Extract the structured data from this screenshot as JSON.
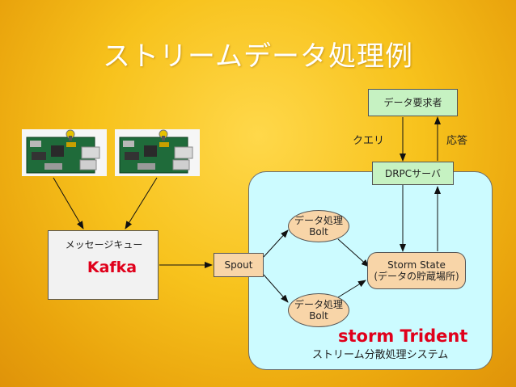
{
  "slide": {
    "title": "ストリームデータ処理例"
  },
  "nodes": {
    "requester": "データ要求者",
    "drpc": "DRPCサーバ",
    "kafka_label": "メッセージキュー",
    "kafka_name": "Kafka",
    "spout": "Spout",
    "bolt1_line1": "データ処理",
    "bolt1_line2": "Bolt",
    "bolt2_line1": "データ処理",
    "bolt2_line2": "Bolt",
    "state_line1": "Storm State",
    "state_line2": "(データの貯蔵場所)"
  },
  "labels": {
    "query": "クエリ",
    "response": "応答",
    "trident_name": "storm Trident",
    "trident_sub": "ストリーム分散処理システム"
  },
  "colors": {
    "accent_red": "#e0001b",
    "panel": "#ccfbff",
    "node_orange": "#f8d5a8",
    "node_green": "#c6f2c2"
  },
  "icons": {
    "device_left": "raspberry-pi-board-icon",
    "device_right": "raspberry-pi-board-icon"
  }
}
